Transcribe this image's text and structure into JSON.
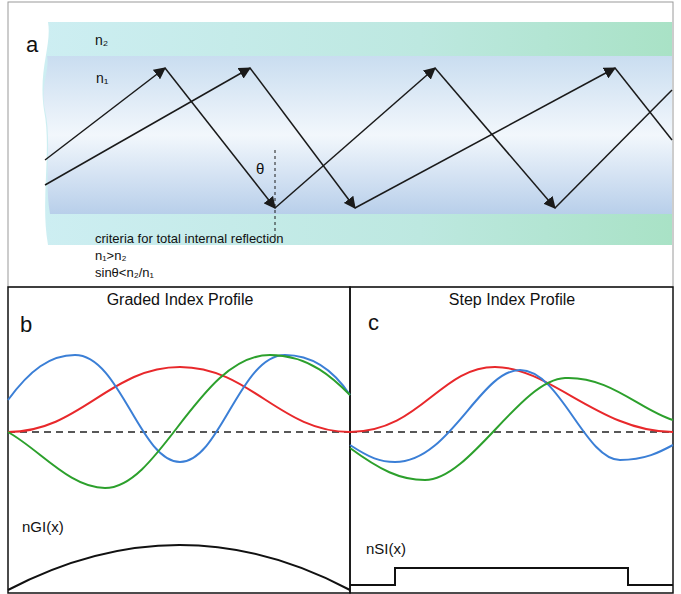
{
  "diagram": {
    "labels": [
      "a",
      "n₂",
      "n₁",
      "θ",
      "criteria for total internal reflection",
      "n₁>n₂",
      "sinθ<n₂/n₁",
      "Graded Index Profile",
      "b",
      "nGI(x)",
      "Step Index Profile",
      "c",
      "nSI(x)"
    ]
  }
}
